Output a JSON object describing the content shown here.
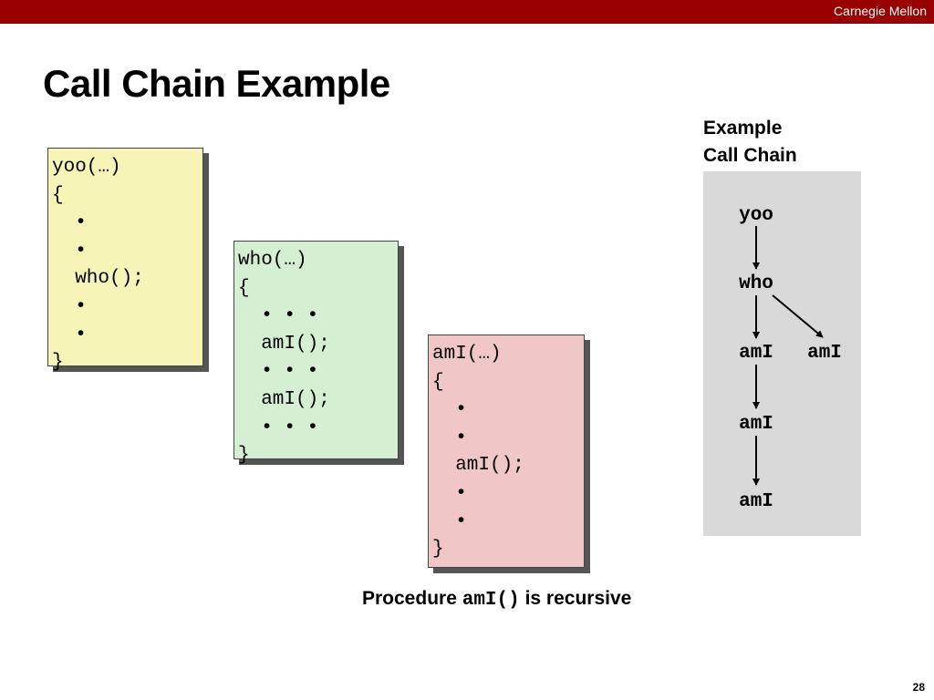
{
  "header": {
    "brand": "Carnegie Mellon"
  },
  "slide": {
    "title": "Call Chain Example",
    "page_number": "28"
  },
  "code_boxes": {
    "yoo": {
      "color": "#f6f4b7",
      "lines": [
        "yoo(…)",
        "{",
        "  •",
        "  •",
        "  who();",
        "  •",
        "  •",
        "}"
      ]
    },
    "who": {
      "color": "#d5efd2",
      "lines": [
        "who(…)",
        "{",
        "  • • •",
        "  amI();",
        "  • • •",
        "  amI();",
        "  • • •",
        "}"
      ]
    },
    "ami": {
      "color": "#f0c6c7",
      "lines": [
        "amI(…)",
        "{",
        "  •",
        "  •",
        "  amI();",
        "  •",
        "  •",
        "}"
      ]
    }
  },
  "call_chain": {
    "heading_line1": "Example",
    "heading_line2": "Call Chain",
    "panel_color": "#d9d9d9",
    "nodes": {
      "yoo": "yoo",
      "who": "who",
      "ami_1": "amI",
      "ami_2": "amI",
      "ami_3": "amI",
      "ami_4": "amI"
    }
  },
  "caption": {
    "prefix": "Procedure ",
    "code": "amI()",
    "suffix": " is recursive"
  }
}
